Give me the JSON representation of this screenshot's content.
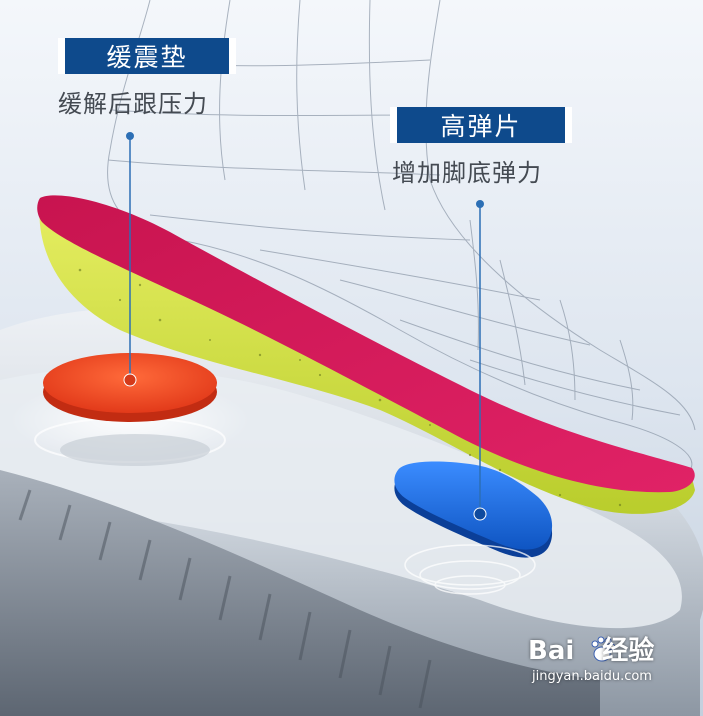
{
  "callouts": {
    "heel": {
      "title": "缓震垫",
      "subtitle": "缓解后跟压力"
    },
    "arch": {
      "title": "高弹片",
      "subtitle": "增加脚底弹力"
    }
  },
  "watermark": {
    "brand": "Bai",
    "suffix": "经验",
    "url": "jingyan.baidu.com"
  },
  "colors": {
    "label_bg": "#0e4a8c",
    "leader_line": "#2c6fb5",
    "insole_top": "#d4185a",
    "insole_foam": "#d2e23c",
    "heel_pad": "#f04a24",
    "arch_plate": "#1a6fe0"
  }
}
